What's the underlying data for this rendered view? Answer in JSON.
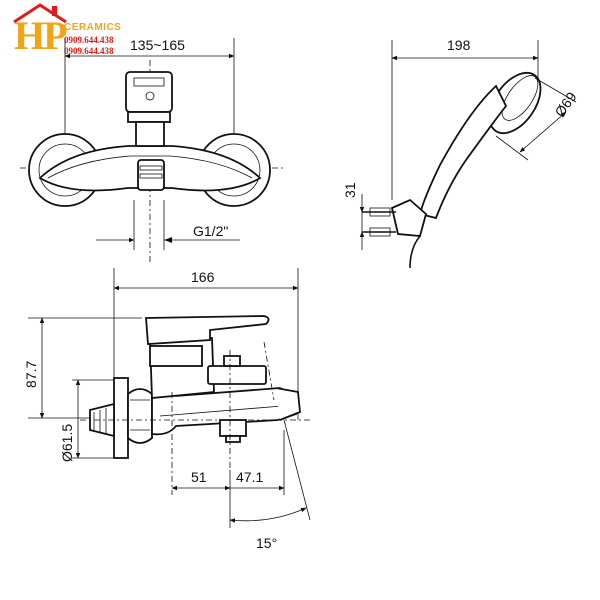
{
  "logo": {
    "mark": "HP",
    "brand": "CERAMICS",
    "phone_1": "0909.644.438",
    "phone_2": "0909.644.438",
    "brand_color": "#f2a417",
    "phone_color": "#e01b1b"
  },
  "dimensions": {
    "wall_spacing": "135~165",
    "thread": "G1/2\"",
    "handshower_length": "198",
    "handshower_head": "Ø69",
    "holder_height": "31",
    "mixer_length": "166",
    "lever_height": "87.7",
    "flange_diameter": "Ø61.5",
    "spout_offset_1": "51",
    "spout_offset_2": "47.1",
    "angle": "15°"
  }
}
